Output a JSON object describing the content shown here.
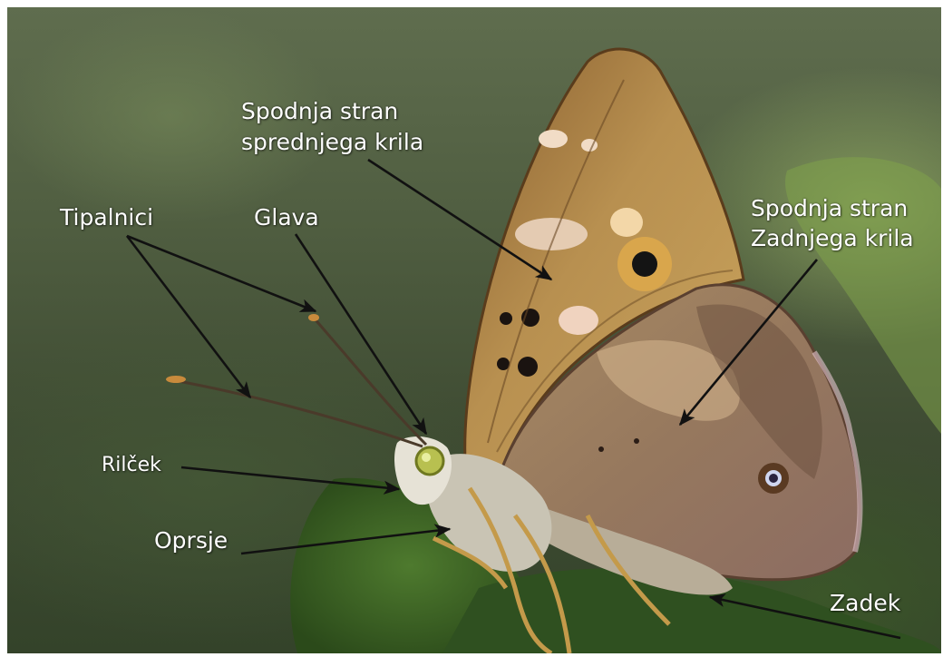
{
  "image": {
    "subject": "butterfly-side-view",
    "labels": {
      "forewing_underside": {
        "line1": "Spodnja stran",
        "line2": "sprednjega krila"
      },
      "hindwing_underside": {
        "line1": "Spodnja stran",
        "line2": "Zadnjega krila"
      },
      "antennae": "Tipalnici",
      "head": "Glava",
      "proboscis": "Rilček",
      "thorax": "Oprsje",
      "abdomen": "Zadek"
    },
    "colors": {
      "label_text": "#ffffff",
      "arrow": "#111111",
      "forewing": "#b0884a",
      "hindwing": "#9a7a60",
      "background": "#4f5d40"
    }
  }
}
